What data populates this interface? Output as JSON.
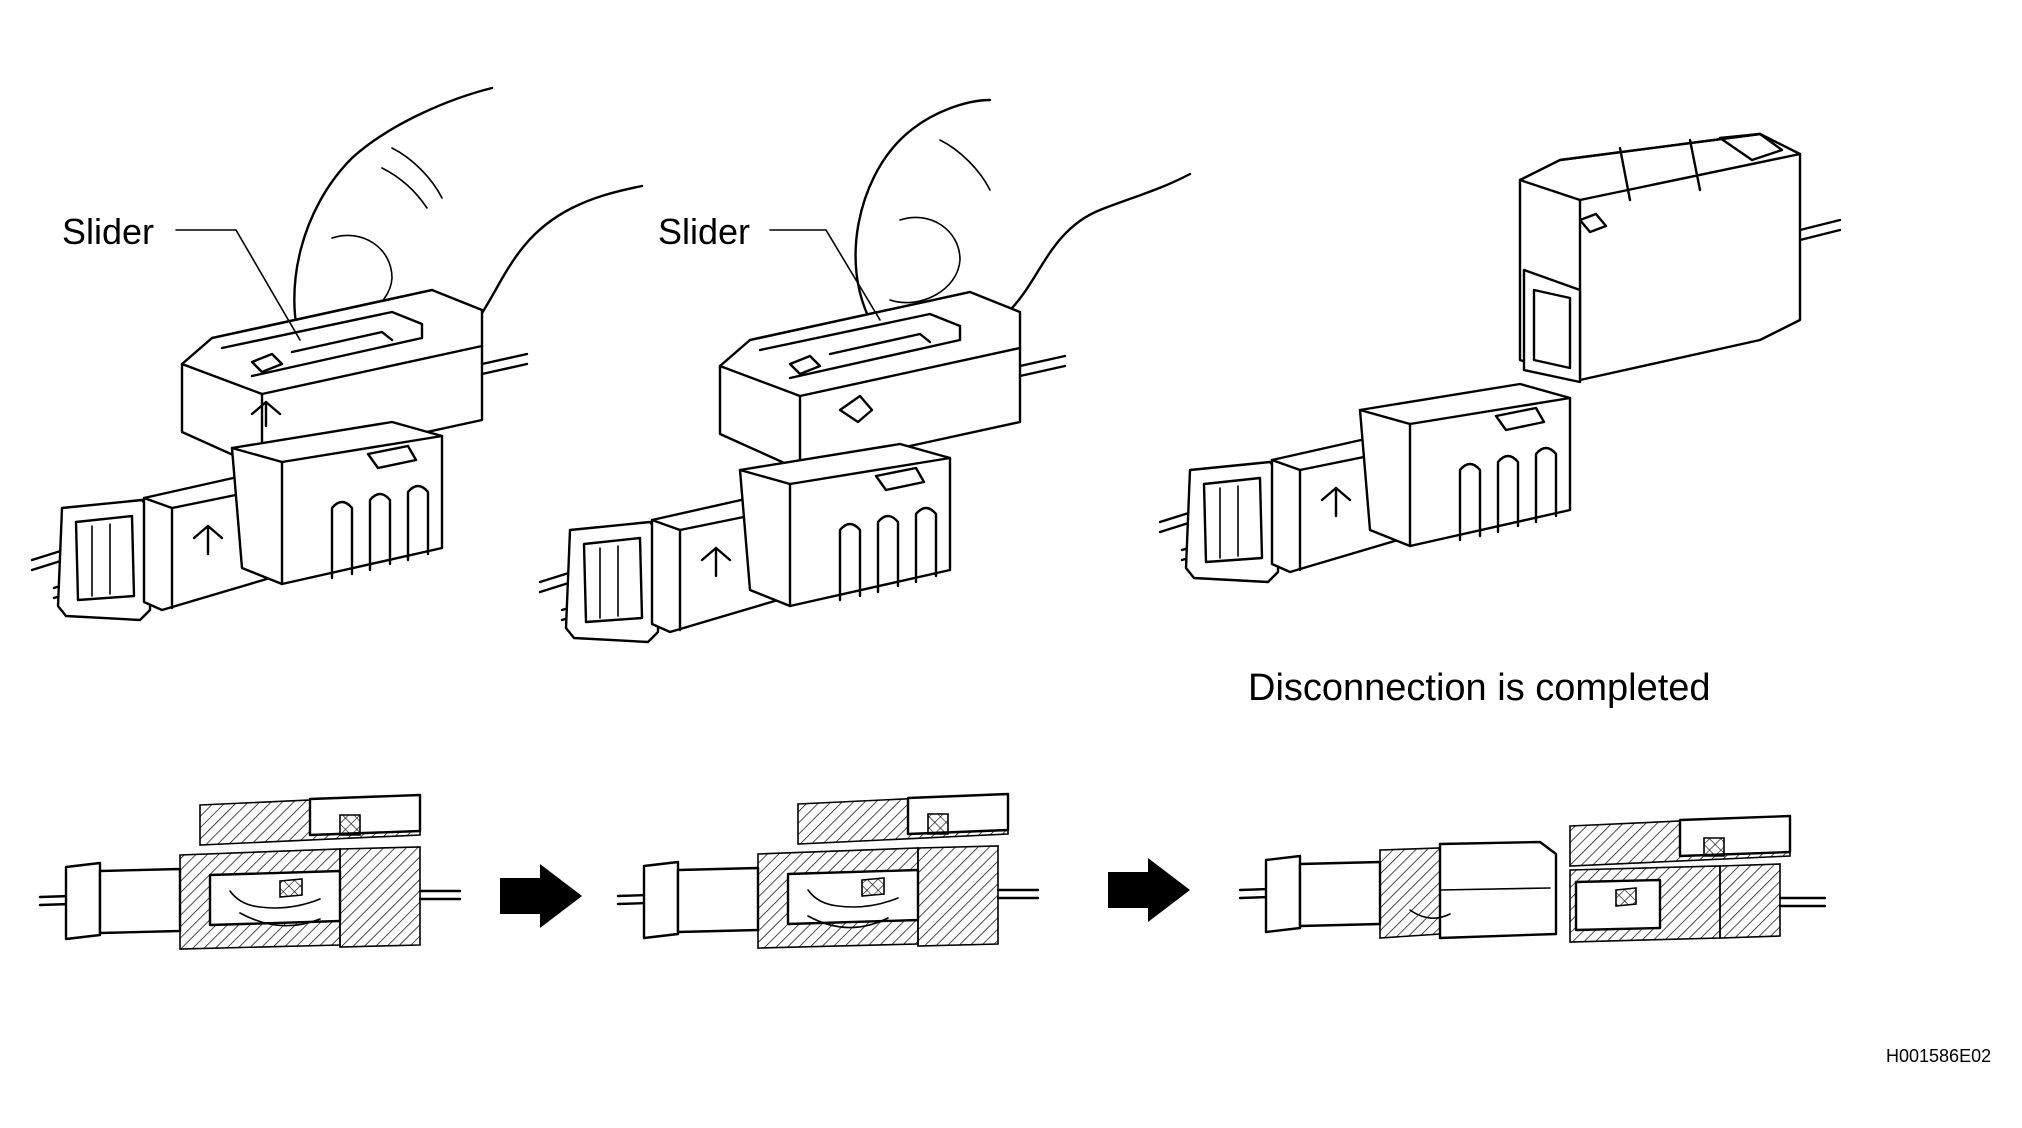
{
  "labels": {
    "slider_1": "Slider",
    "slider_2": "Slider",
    "status": "Disconnection is completed",
    "figure_code": "H001586E02"
  },
  "icons": {
    "step_arrow_1": "right-arrow-icon",
    "step_arrow_2": "right-arrow-icon"
  },
  "colors": {
    "ink": "#000000",
    "background": "#ffffff"
  }
}
